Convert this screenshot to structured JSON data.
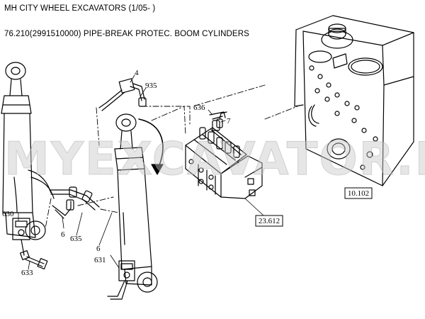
{
  "header": {
    "line1": "MH CITY WHEEL EXCAVATORS (1/05- )",
    "line2": "76.210(2991510000) PIPE-BREAK PROTEC. BOOM CYLINDERS"
  },
  "callouts": {
    "c4": "4",
    "c935": "935",
    "c636": "636",
    "c7": "7",
    "c630": "630",
    "c6a": "6",
    "c635": "635",
    "c6b": "6",
    "c631": "631",
    "c633": "633"
  },
  "references": {
    "valve_block": "23.612",
    "tank": "10.102"
  },
  "watermark": "MYEXCAVATOR.RU"
}
